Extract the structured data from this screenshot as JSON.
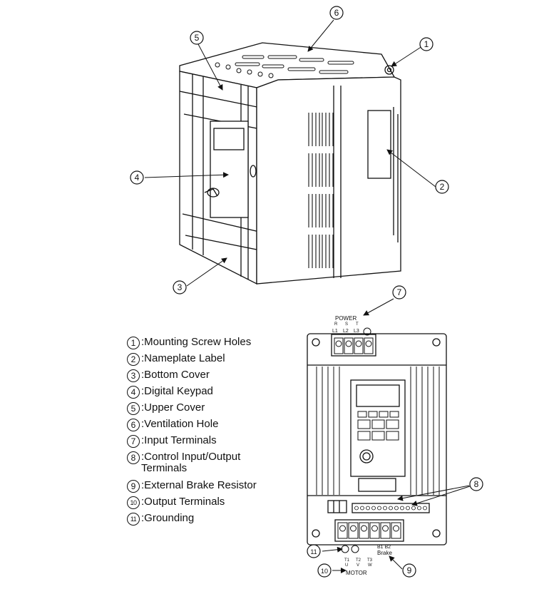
{
  "callouts": [
    "1",
    "2",
    "3",
    "4",
    "5",
    "6",
    "7",
    "8",
    "9",
    "10",
    "11"
  ],
  "top_terminal_labels": {
    "header": "POWER",
    "t1": "L1",
    "t1_top": "R",
    "t2": "L2",
    "t2_top": "S",
    "t3": "L3",
    "t3_top": "T"
  },
  "bottom_terminal_labels": {
    "footer": "MOTOR",
    "u": "U",
    "u_top": "T1",
    "v": "V",
    "v_top": "T2",
    "w": "W",
    "w_top": "T3",
    "brake": "Brake",
    "b1b2": "B1  B2"
  },
  "legend": [
    {
      "num": "1",
      "text": ":Mounting Screw Holes"
    },
    {
      "num": "2",
      "text": ":Nameplate Label"
    },
    {
      "num": "3",
      "text": ":Bottom Cover"
    },
    {
      "num": "4",
      "text": ":Digital Keypad"
    },
    {
      "num": "5",
      "text": ":Upper Cover"
    },
    {
      "num": "6",
      "text": ":Ventilation Hole"
    },
    {
      "num": "7",
      "text": ":Input Terminals"
    },
    {
      "num": "8",
      "text": ":Control Input/Output\nTerminals"
    },
    {
      "num": "9",
      "text": ":External Brake Resistor"
    },
    {
      "num": "10",
      "text": ":Output Terminals"
    },
    {
      "num": "11",
      "text": ":Grounding"
    }
  ]
}
